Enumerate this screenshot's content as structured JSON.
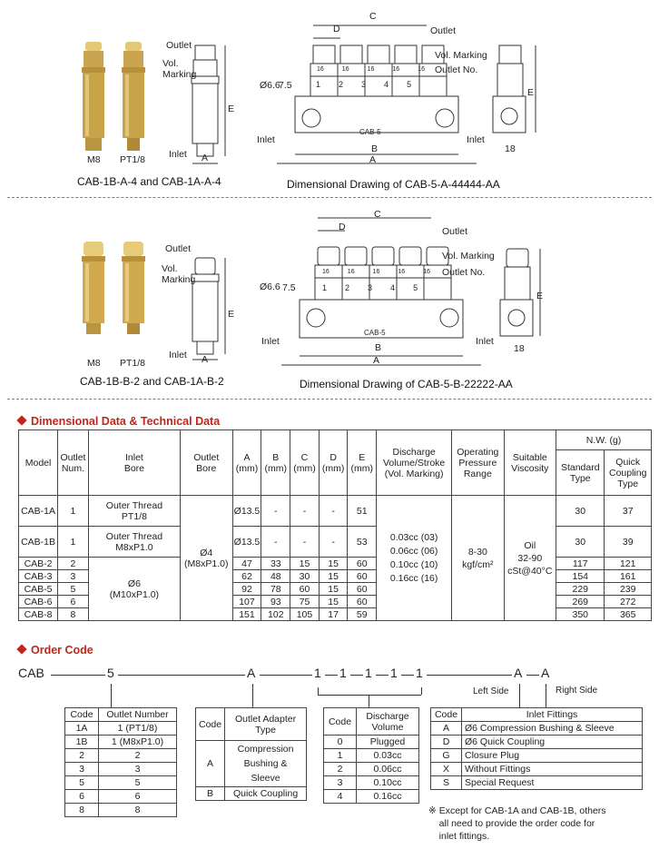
{
  "figure1": {
    "labels": {
      "outlet": "Outlet",
      "vol_marking": "Vol.\nMarking",
      "inlet": "Inlet",
      "e": "E",
      "a": "A"
    },
    "fitting_left": "M8",
    "fitting_right": "PT1/8",
    "caption": "CAB-1B-A-4 and CAB-1A-A-4"
  },
  "drawing1": {
    "labels": {
      "c": "C",
      "d": "D",
      "outlet": "Outlet",
      "vol_marking": "Vol. Marking",
      "outlet_no": "Outlet No.",
      "dia": "Ø6.6",
      "pitch": "7.5",
      "inlet_left": "Inlet",
      "inlet_right": "Inlet",
      "b": "B",
      "a": "A",
      "e": "E",
      "w": "18",
      "body": "CAB-5"
    },
    "outlet_numbers": [
      "1",
      "2",
      "3",
      "4",
      "5"
    ],
    "markings": [
      "16",
      "16",
      "16",
      "16",
      "16"
    ],
    "caption": "Dimensional Drawing of CAB-5-A-44444-AA"
  },
  "figure2": {
    "labels": {
      "outlet": "Outlet",
      "vol_marking": "Vol.\nMarking",
      "inlet": "Inlet",
      "e": "E",
      "a": "A"
    },
    "fitting_left": "M8",
    "fitting_right": "PT1/8",
    "caption": "CAB-1B-B-2 and CAB-1A-B-2"
  },
  "drawing2": {
    "labels": {
      "c": "C",
      "d": "D",
      "outlet": "Outlet",
      "vol_marking": "Vol. Marking",
      "outlet_no": "Outlet No.",
      "dia": "Ø6.6",
      "pitch": "7.5",
      "inlet_left": "Inlet",
      "inlet_right": "Inlet",
      "b": "B",
      "a": "A",
      "e": "E",
      "w": "18",
      "body": "CAB-5"
    },
    "outlet_numbers": [
      "1",
      "2",
      "3",
      "4",
      "5"
    ],
    "markings": [
      "16",
      "16",
      "16",
      "16",
      "16"
    ],
    "caption": "Dimensional Drawing of CAB-5-B-22222-AA"
  },
  "tech": {
    "title": "Dimensional Data & Technical Data",
    "headers": {
      "model": "Model",
      "outlet_num": "Outlet\nNum.",
      "inlet_bore": "Inlet\nBore",
      "outlet_bore": "Outlet\nBore",
      "a": "A\n(mm)",
      "b": "B\n(mm)",
      "c": "C\n(mm)",
      "d": "D\n(mm)",
      "e": "E\n(mm)",
      "discharge": "Discharge\nVolume/Stroke\n(Vol. Marking)",
      "pressure": "Operating\nPressure\nRange",
      "viscosity": "Suitable\nViscosity",
      "nw": "N.W. (g)",
      "standard": "Standard\nType",
      "quick": "Quick\nCoupling\nType"
    },
    "rows": [
      {
        "model": "CAB-1A",
        "outlets": "1",
        "a": "Ø13.5",
        "b": "-",
        "c": "-",
        "d": "-",
        "e": "51",
        "std": "30",
        "quick": "37"
      },
      {
        "model": "CAB-1B",
        "outlets": "1",
        "a": "Ø13.5",
        "b": "-",
        "c": "-",
        "d": "-",
        "e": "53",
        "std": "30",
        "quick": "39"
      },
      {
        "model": "CAB-2",
        "outlets": "2",
        "a": "47",
        "b": "33",
        "c": "15",
        "d": "15",
        "e": "60",
        "std": "117",
        "quick": "121"
      },
      {
        "model": "CAB-3",
        "outlets": "3",
        "a": "62",
        "b": "48",
        "c": "30",
        "d": "15",
        "e": "60",
        "std": "154",
        "quick": "161"
      },
      {
        "model": "CAB-5",
        "outlets": "5",
        "a": "92",
        "b": "78",
        "c": "60",
        "d": "15",
        "e": "60",
        "std": "229",
        "quick": "239"
      },
      {
        "model": "CAB-6",
        "outlets": "6",
        "a": "107",
        "b": "93",
        "c": "75",
        "d": "15",
        "e": "60",
        "std": "269",
        "quick": "272"
      },
      {
        "model": "CAB-8",
        "outlets": "8",
        "a": "151",
        "b": "102",
        "c": "105",
        "d": "17",
        "e": "59",
        "std": "350",
        "quick": "365"
      }
    ],
    "inlet_1a": "Outer Thread\nPT1/8",
    "inlet_1b": "Outer Thread\nM8xP1.0",
    "inlet_multi": "Ø6\n(M10xP1.0)",
    "outlet_bore": "Ø4\n(M8xP1.0)",
    "discharge": "0.03cc (03)\n0.06cc (06)\n0.10cc (10)\n0.16cc (16)",
    "pressure": "8-30\nkgf/cm²",
    "viscosity": "Oil\n32-90\ncSt@40°C"
  },
  "order": {
    "title": "Order Code",
    "parts": [
      "CAB",
      "5",
      "A",
      "1",
      "1",
      "1",
      "1",
      "1",
      "A",
      "A"
    ],
    "left_side": "Left Side",
    "right_side": "Right Side",
    "outlet_table": {
      "headers": [
        "Code",
        "Outlet Number"
      ],
      "rows": [
        [
          "1A",
          "1 (PT1/8)"
        ],
        [
          "1B",
          "1 (M8xP1.0)"
        ],
        [
          "2",
          "2"
        ],
        [
          "3",
          "3"
        ],
        [
          "5",
          "5"
        ],
        [
          "6",
          "6"
        ],
        [
          "8",
          "8"
        ]
      ]
    },
    "adapter_table": {
      "headers": [
        "Code",
        "Outlet Adapter\nType"
      ],
      "rows": [
        [
          "A",
          "Compression\nBushing &\nSleeve"
        ],
        [
          "B",
          "Quick Coupling"
        ]
      ]
    },
    "discharge_table": {
      "headers": [
        "Code",
        "Discharge\nVolume"
      ],
      "rows": [
        [
          "0",
          "Plugged"
        ],
        [
          "1",
          "0.03cc"
        ],
        [
          "2",
          "0.06cc"
        ],
        [
          "3",
          "0.10cc"
        ],
        [
          "4",
          "0.16cc"
        ]
      ]
    },
    "inlet_table": {
      "headers": [
        "Code",
        "Inlet Fittings"
      ],
      "rows": [
        [
          "A",
          "Ø6 Compression Bushing & Sleeve"
        ],
        [
          "D",
          "Ø6 Quick Coupling"
        ],
        [
          "G",
          "Closure Plug"
        ],
        [
          "X",
          "Without Fittings"
        ],
        [
          "S",
          "Special Request"
        ]
      ]
    },
    "note": "※ Except for CAB-1A and CAB-1B, others\n    all need to provide the order code for\n    inlet fittings."
  },
  "colors": {
    "accent": "#c0261c",
    "brass": "#c9a34a",
    "divider": "#5b8aa0"
  }
}
